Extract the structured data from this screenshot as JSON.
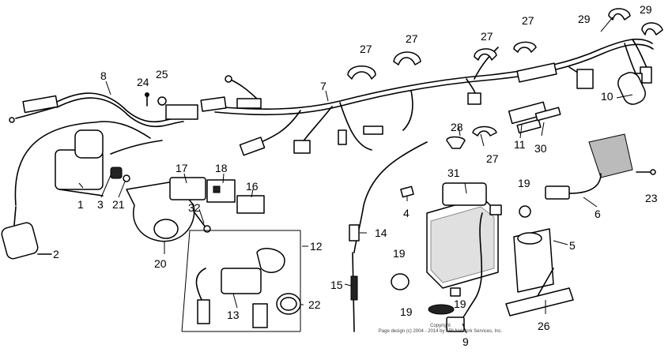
{
  "callouts": {
    "c1": "1",
    "c2": "2",
    "c3": "3",
    "c4": "4",
    "c5": "5",
    "c6": "6",
    "c7": "7",
    "c8": "8",
    "c9": "9",
    "c10": "10",
    "c11": "11",
    "c12": "12",
    "c13": "13",
    "c14": "14",
    "c15": "15",
    "c16": "16",
    "c17": "17",
    "c18": "18",
    "c19a": "19",
    "c19b": "19",
    "c19c": "19",
    "c19d": "19",
    "c20": "20",
    "c21": "21",
    "c22": "22",
    "c23": "23",
    "c24": "24",
    "c25": "25",
    "c26": "26",
    "c27a": "27",
    "c27b": "27",
    "c27c": "27",
    "c27d": "27",
    "c27e": "27",
    "c28": "28",
    "c29a": "29",
    "c29b": "29",
    "c30": "30",
    "c31": "31",
    "c32": "32"
  },
  "copyright": {
    "line1": "Copyright",
    "line2": "Page design (c) 2004 - 2014 by ARI Network Services, Inc."
  }
}
